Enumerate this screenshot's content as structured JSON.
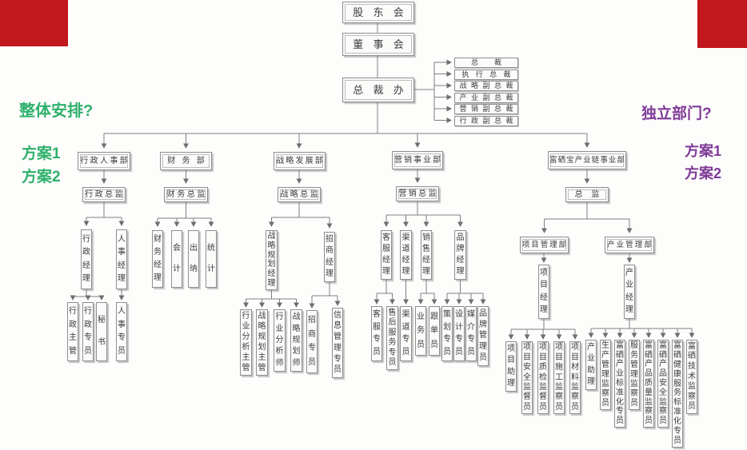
{
  "annotations": {
    "left_question": "整体安排?",
    "left_option1": "方案1",
    "left_option2": "方案2",
    "right_question": "独立部门?",
    "right_option1": "方案1",
    "right_option2": "方案2"
  },
  "colors": {
    "red_bar": "#c1171d",
    "green_text": "#2fb16c",
    "purple_text": "#7e3a96",
    "line": "#7f7f7f"
  },
  "org": {
    "top": {
      "shareholders": "股东会",
      "board": "董事会",
      "president_office": "总裁办"
    },
    "executives": [
      "总裁",
      "执行总裁",
      "战略副总裁",
      "产业副总裁",
      "营销副总裁",
      "行政副总裁"
    ],
    "admin": {
      "dept": "行政人事部",
      "director": "行政总监",
      "managers": [
        "行政经理",
        "人事经理"
      ],
      "admin_staff": [
        "行政主管",
        "行政专员",
        "秘书"
      ],
      "hr_staff": [
        "人事专员"
      ]
    },
    "finance": {
      "dept": "财务部",
      "director": "财务总监",
      "staff": [
        "财务经理",
        "会计",
        "出纳",
        "统计"
      ]
    },
    "strategy": {
      "dept": "战略发展部",
      "director": "战略总监",
      "managers": [
        "战略规划经理",
        "招商经理"
      ],
      "planning_staff": [
        "行业分析主管",
        "战略规划主管",
        "行业分析师",
        "战略规划师"
      ],
      "investment_staff": [
        "招商专员",
        "信息管理专员"
      ]
    },
    "marketing": {
      "dept": "营销事业部",
      "director": "营销总监",
      "managers": [
        "客服经理",
        "渠道经理",
        "销售经理",
        "品牌经理"
      ],
      "service_staff": [
        "客服专员",
        "售后服务专员"
      ],
      "channel_staff": [
        "渠道专员"
      ],
      "sales_staff": [
        "业务员",
        "跟单员"
      ],
      "brand_staff": [
        "策划专员",
        "设计专员",
        "媒介专员",
        "品牌管理员"
      ]
    },
    "fuxi": {
      "dept": "富硒宝产业链事业部",
      "director": "总监",
      "sub_depts": [
        "项目管理部",
        "产业管理部"
      ],
      "managers": [
        "项目经理",
        "产业经理"
      ],
      "project_staff": [
        "项目助理",
        "项目安全监督员",
        "项目质检监督员",
        "项目施工监察员",
        "项目材料监察员"
      ],
      "industry_staff": [
        "产业助理",
        "生产管理监察员",
        "富硒产业标准化专员",
        "服务管理监察员",
        "富硒产品质量监察员",
        "富硒产品安全监察员",
        "富硒健康服务标准化专员",
        "富硒技术监察员"
      ]
    }
  }
}
